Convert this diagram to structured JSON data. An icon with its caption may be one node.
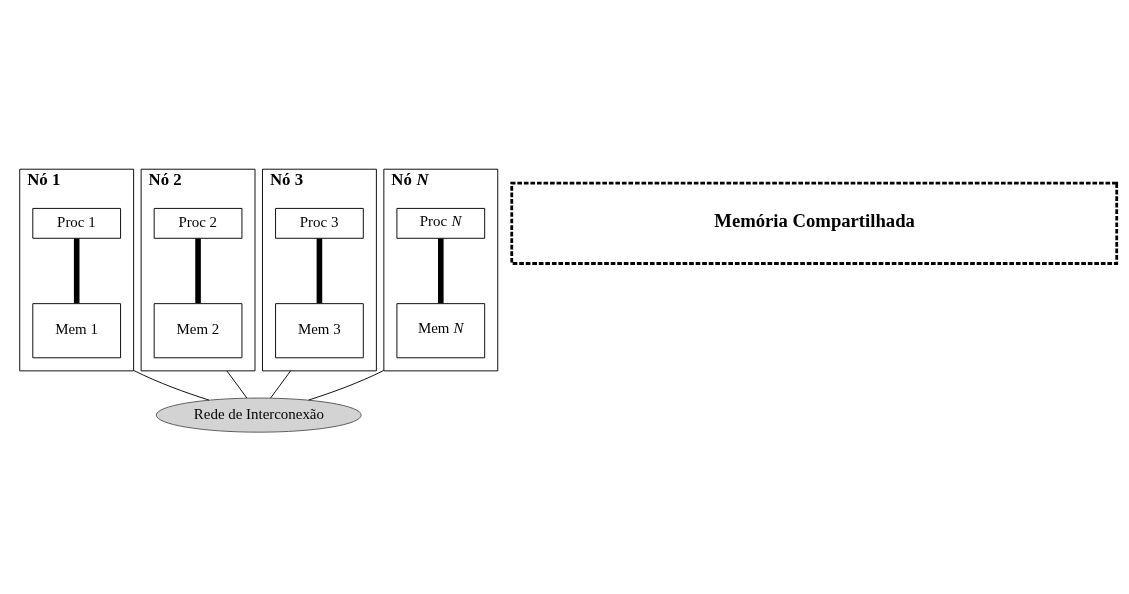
{
  "diagram": {
    "nodes": [
      {
        "text": [
          "Nó 1"
        ]
      },
      {
        "text": [
          "Proc 1"
        ],
        "in": 0
      },
      {
        "text": [
          "Mem 1"
        ],
        "in": 0
      },
      {
        "text": [
          "Nó 2"
        ]
      },
      {
        "text": [
          "Proc 2"
        ],
        "in": 3
      },
      {
        "text": [
          "Mem 2"
        ],
        "in": 3
      },
      {
        "text": [
          "Nó 3"
        ]
      },
      {
        "text": [
          "Proc 3"
        ],
        "in": 6
      },
      {
        "text": [
          "Mem 3"
        ],
        "in": 6
      },
      {
        "text": [
          "Nó *N*"
        ]
      },
      {
        "text": [
          "Proc *N*"
        ],
        "in": 9
      },
      {
        "text": [
          "Mem *N*"
        ],
        "in": 9
      },
      {
        "text": [
          "Memória Compartilhada"
        ]
      },
      {
        "text": [
          "Rede de Interconexão"
        ]
      }
    ],
    "edges": [
      {
        "from": 1,
        "to": 2,
        "arrow": "none",
        "style": "thick"
      },
      {
        "from": 4,
        "to": 5,
        "arrow": "none",
        "style": "thick"
      },
      {
        "from": 7,
        "to": 8,
        "arrow": "none",
        "style": "thick"
      },
      {
        "from": 10,
        "to": 11,
        "arrow": "none",
        "style": "thick"
      },
      {
        "from": 0,
        "to": 13,
        "arrow": "none"
      },
      {
        "from": 3,
        "to": 13,
        "arrow": "none"
      },
      {
        "from": 6,
        "to": 13,
        "arrow": "none"
      },
      {
        "from": 9,
        "to": 13,
        "arrow": "none"
      }
    ]
  }
}
